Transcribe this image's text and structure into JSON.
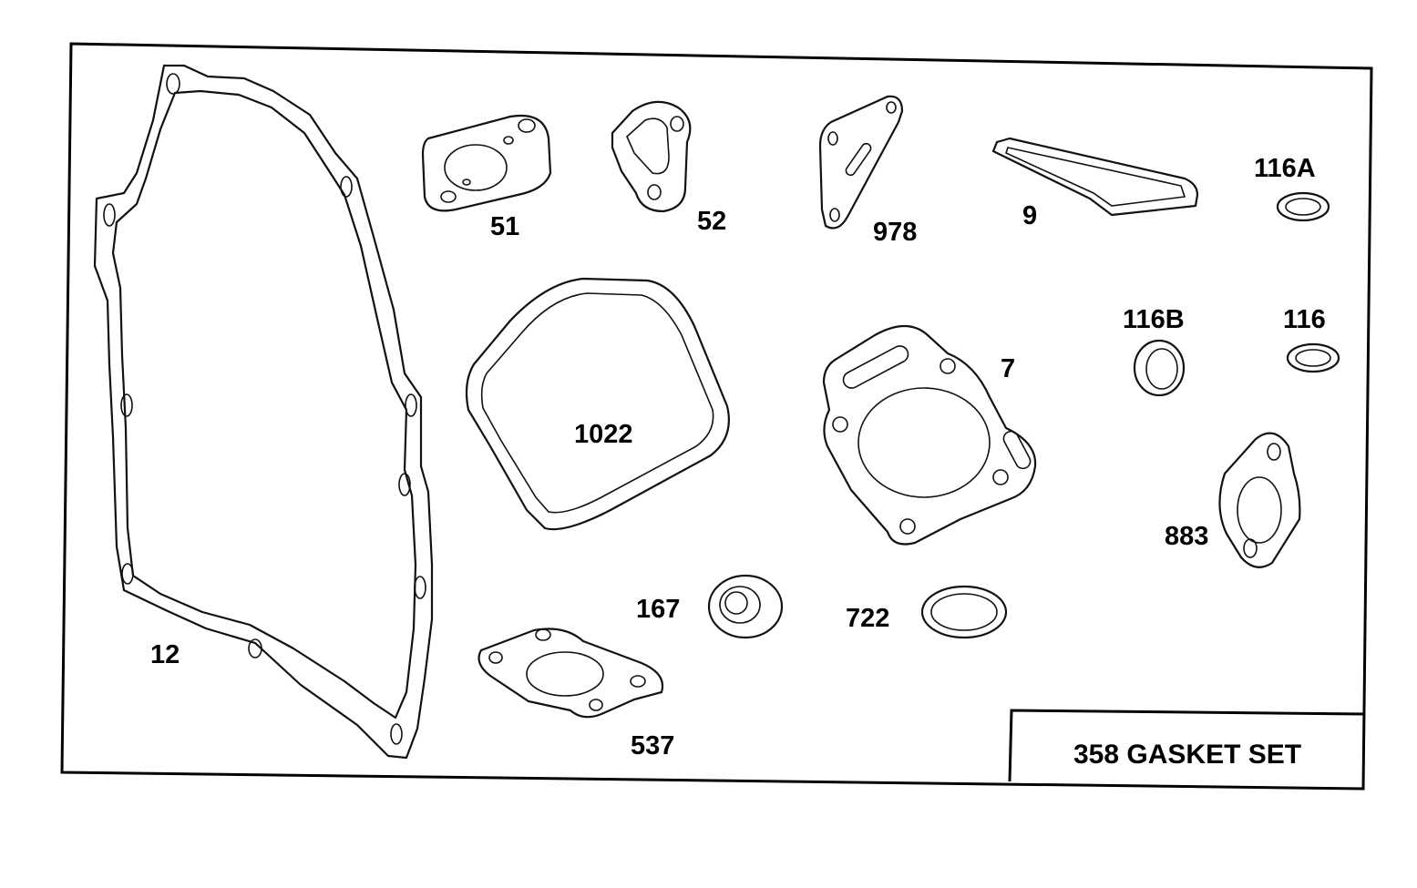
{
  "set_title": "358 GASKET SET",
  "parts": {
    "p12": "12",
    "p51": "51",
    "p52": "52",
    "p978": "978",
    "p9": "9",
    "p116a": "116A",
    "p1022": "1022",
    "p7": "7",
    "p116b": "116B",
    "p116": "116",
    "p883": "883",
    "p167": "167",
    "p722": "722",
    "p537": "537"
  }
}
